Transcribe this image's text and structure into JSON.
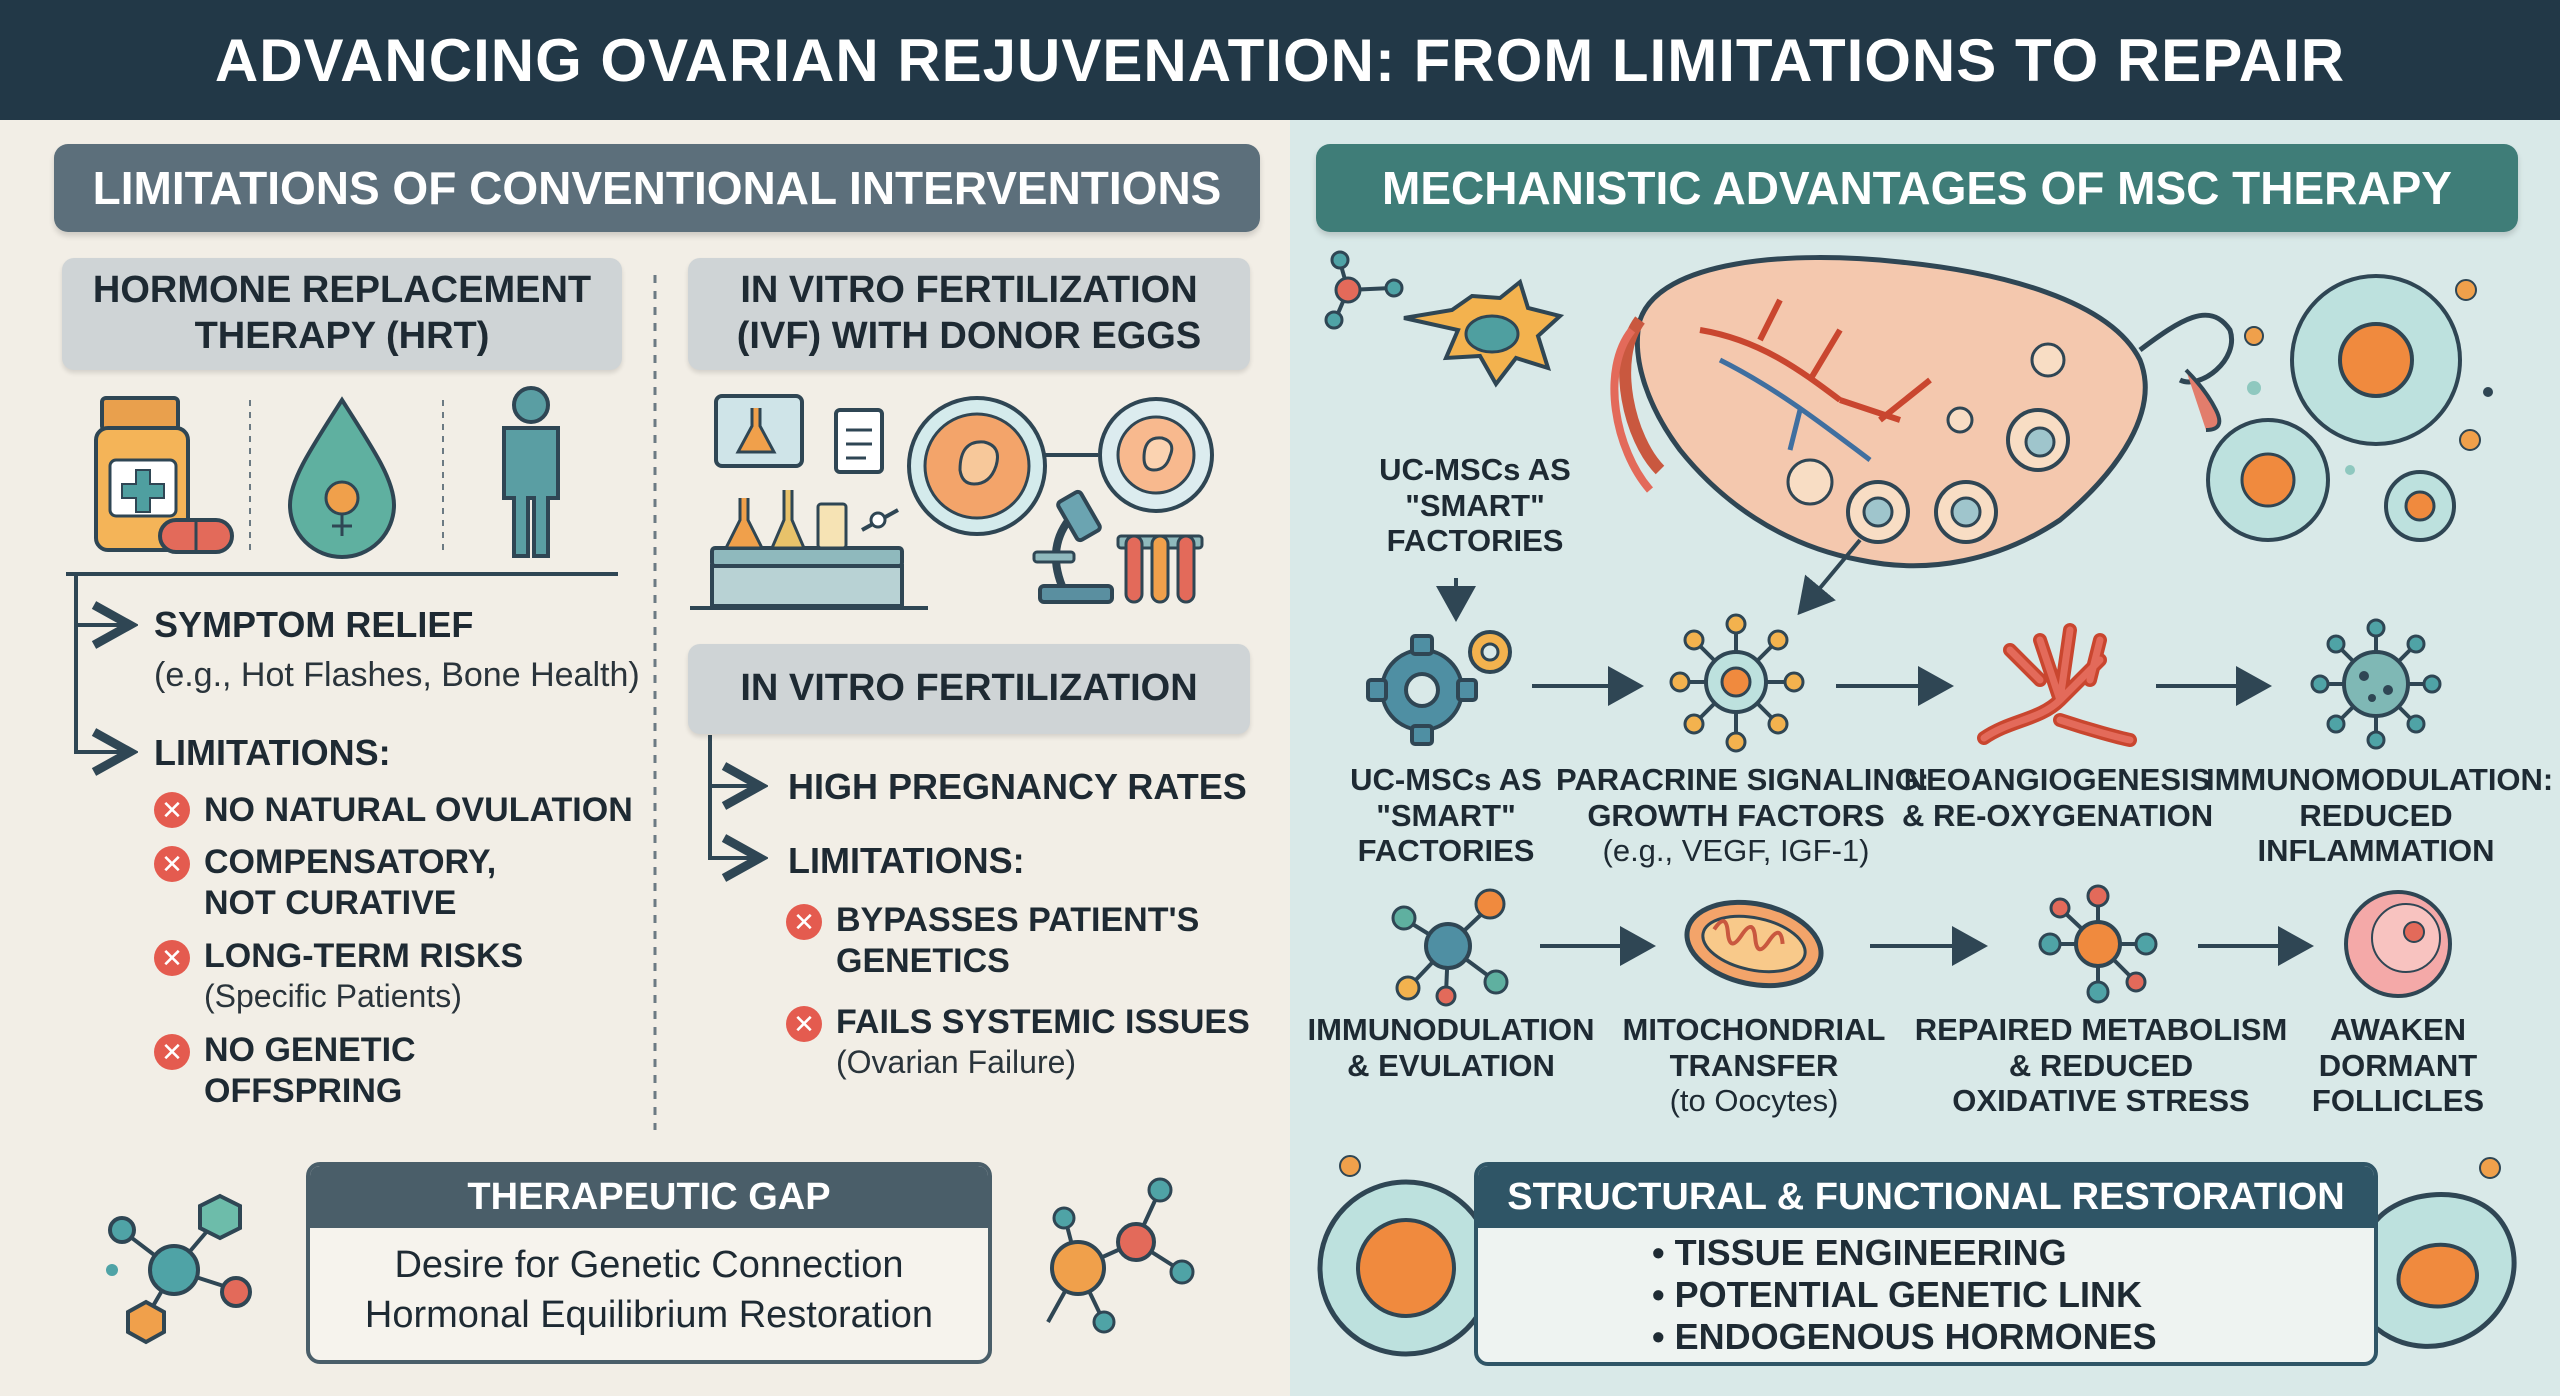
{
  "title": "ADVANCING OVARIAN REJUVENATION: FROM LIMITATIONS TO REPAIR",
  "left": {
    "banner": "LIMITATIONS OF CONVENTIONAL INTERVENTIONS",
    "hrt": {
      "heading_line1": "HORMONE REPLACEMENT",
      "heading_line2": "THERAPY (HRT)",
      "benefit": "SYMPTOM RELIEF",
      "benefit_note": "(e.g., Hot Flashes, Bone Health)",
      "limitations_label": "LIMITATIONS:",
      "limitations": [
        {
          "line1": "NO NATURAL OVULATION",
          "line2": ""
        },
        {
          "line1": "COMPENSATORY,",
          "line2": "NOT CURATIVE"
        },
        {
          "line1": "LONG-TERM RISKS",
          "line2": "(Specific Patients)"
        },
        {
          "line1": "NO GENETIC",
          "line2": "OFFSPRING"
        }
      ]
    },
    "ivf": {
      "heading_line1": "IN VITRO FERTILIZATION",
      "heading_line2": "(IVF) WITH DONOR EGGS",
      "heading2": "IN VITRO FERTILIZATION",
      "benefit": "HIGH PREGNANCY RATES",
      "limitations_label": "LIMITATIONS:",
      "limitations": [
        {
          "line1": "BYPASSES PATIENT'S",
          "line2": "GENETICS"
        },
        {
          "line1": "FAILS SYSTEMIC ISSUES",
          "line2": "(Ovarian Failure)"
        }
      ]
    },
    "gap": {
      "title": "THERAPEUTIC GAP",
      "line1": "Desire for Genetic Connection",
      "line2": "Hormonal Equilibrium Restoration"
    }
  },
  "right": {
    "banner": "MECHANISTIC ADVANTAGES OF MSC THERAPY",
    "top_label": {
      "line1": "UC-MSCs AS",
      "line2": "\"SMART\"",
      "line3": "FACTORIES"
    },
    "row1": [
      {
        "line1": "UC-MSCs AS",
        "line2": "\"SMART\"",
        "line3": "FACTORIES"
      },
      {
        "line1": "PARACRINE SIGNALING:",
        "line2": "GROWTH FACTORS",
        "line3": "(e.g., VEGF, IGF-1)"
      },
      {
        "line1": "NEOANGIOGENESIS",
        "line2": "& RE-OXYGENATION",
        "line3": ""
      },
      {
        "line1": "IMMUNOMODULATION:",
        "line2": "REDUCED",
        "line3": "INFLAMMATION"
      }
    ],
    "row2": [
      {
        "line1": "IMMUNODULATION",
        "line2": "& EVULATION",
        "line3": ""
      },
      {
        "line1": "MITOCHONDRIAL",
        "line2": "TRANSFER",
        "line3": "(to Oocytes)"
      },
      {
        "line1": "REPAIRED METABOLISM",
        "line2": "& REDUCED",
        "line3": "OXIDATIVE STRESS"
      },
      {
        "line1": "AWAKEN",
        "line2": "DORMANT",
        "line3": "FOLLICLES"
      }
    ],
    "restoration": {
      "title": "STRUCTURAL & FUNCTIONAL RESTORATION",
      "items": [
        "• TISSUE ENGINEERING",
        "• POTENTIAL GENETIC LINK",
        "• ENDOGENOUS HORMONES"
      ]
    }
  },
  "colors": {
    "header": "#223847",
    "left_banner": "#5c6f7b",
    "right_banner": "#3f7d78",
    "x_red": "#e45b4f",
    "teal": "#3d8b86",
    "orange": "#f0a04b"
  }
}
